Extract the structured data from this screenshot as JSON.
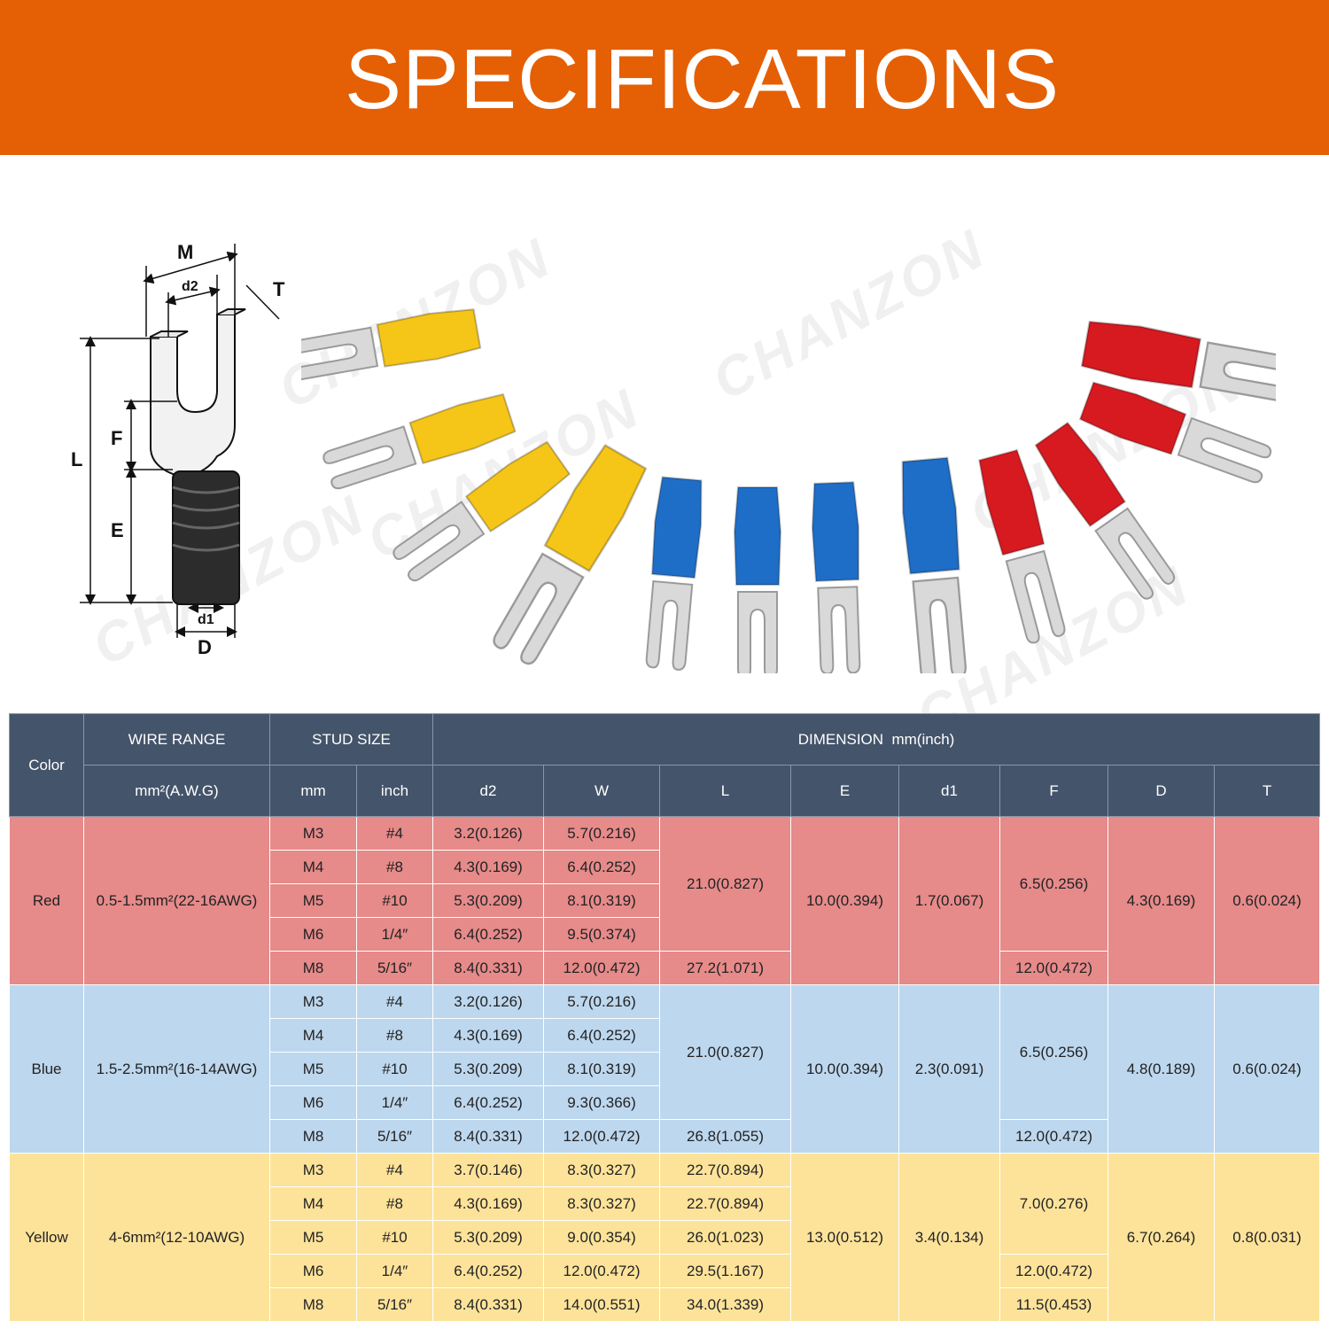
{
  "banner": {
    "title": "SPECIFICATIONS"
  },
  "watermark": "CHANZON",
  "diagram": {
    "labels": {
      "M": "M",
      "d2": "d2",
      "T": "T",
      "L": "L",
      "F": "F",
      "E": "E",
      "d1": "d1",
      "D": "D"
    }
  },
  "product_colors": {
    "yellow": "#f5c518",
    "blue": "#1e6ec8",
    "red": "#d71920",
    "metal": "#d9d9d9"
  },
  "table": {
    "header": {
      "color": "Color",
      "wire_range": "WIRE RANGE",
      "wire_unit": "mm²(A.W.G)",
      "stud_size": "STUD SIZE",
      "mm": "mm",
      "inch": "inch",
      "dimension": "DIMENSION  mm(inch)",
      "cols": [
        "d2",
        "W",
        "L",
        "E",
        "d1",
        "F",
        "D",
        "T"
      ]
    },
    "red": {
      "color": "Red",
      "wire": "0.5-1.5mm²(22-16AWG)",
      "rows": [
        {
          "mm": "M3",
          "inch": "#4",
          "d2": "3.2(0.126)",
          "w": "5.7(0.216)"
        },
        {
          "mm": "M4",
          "inch": "#8",
          "d2": "4.3(0.169)",
          "w": "6.4(0.252)"
        },
        {
          "mm": "M5",
          "inch": "#10",
          "d2": "5.3(0.209)",
          "w": "8.1(0.319)"
        },
        {
          "mm": "M6",
          "inch": "1/4″",
          "d2": "6.4(0.252)",
          "w": "9.5(0.374)"
        },
        {
          "mm": "M8",
          "inch": "5/16″",
          "d2": "8.4(0.331)",
          "w": "12.0(0.472)"
        }
      ],
      "l_top": "21.0(0.827)",
      "l_m8": "27.2(1.071)",
      "e": "10.0(0.394)",
      "d1": "1.7(0.067)",
      "f_top": "6.5(0.256)",
      "f_m8": "12.0(0.472)",
      "d": "4.3(0.169)",
      "t": "0.6(0.024)"
    },
    "blue": {
      "color": "Blue",
      "wire": "1.5-2.5mm²(16-14AWG)",
      "rows": [
        {
          "mm": "M3",
          "inch": "#4",
          "d2": "3.2(0.126)",
          "w": "5.7(0.216)"
        },
        {
          "mm": "M4",
          "inch": "#8",
          "d2": "4.3(0.169)",
          "w": "6.4(0.252)"
        },
        {
          "mm": "M5",
          "inch": "#10",
          "d2": "5.3(0.209)",
          "w": "8.1(0.319)"
        },
        {
          "mm": "M6",
          "inch": "1/4″",
          "d2": "6.4(0.252)",
          "w": "9.3(0.366)"
        },
        {
          "mm": "M8",
          "inch": "5/16″",
          "d2": "8.4(0.331)",
          "w": "12.0(0.472)"
        }
      ],
      "l_top": "21.0(0.827)",
      "l_m8": "26.8(1.055)",
      "e": "10.0(0.394)",
      "d1": "2.3(0.091)",
      "f_top": "6.5(0.256)",
      "f_m8": "12.0(0.472)",
      "d": "4.8(0.189)",
      "t": "0.6(0.024)"
    },
    "yellow": {
      "color": "Yellow",
      "wire": "4-6mm²(12-10AWG)",
      "rows": [
        {
          "mm": "M3",
          "inch": "#4",
          "d2": "3.7(0.146)",
          "w": "8.3(0.327)",
          "l": "22.7(0.894)"
        },
        {
          "mm": "M4",
          "inch": "#8",
          "d2": "4.3(0.169)",
          "w": "8.3(0.327)",
          "l": "22.7(0.894)"
        },
        {
          "mm": "M5",
          "inch": "#10",
          "d2": "5.3(0.209)",
          "w": "9.0(0.354)",
          "l": "26.0(1.023)"
        },
        {
          "mm": "M6",
          "inch": "1/4″",
          "d2": "6.4(0.252)",
          "w": "12.0(0.472)",
          "l": "29.5(1.167)"
        },
        {
          "mm": "M8",
          "inch": "5/16″",
          "d2": "8.4(0.331)",
          "w": "14.0(0.551)",
          "l": "34.0(1.339)"
        }
      ],
      "e": "13.0(0.512)",
      "d1": "3.4(0.134)",
      "f_top": "7.0(0.276)",
      "f_m6": "12.0(0.472)",
      "f_m8": "11.5(0.453)",
      "d": "6.7(0.264)",
      "t": "0.8(0.031)"
    }
  }
}
